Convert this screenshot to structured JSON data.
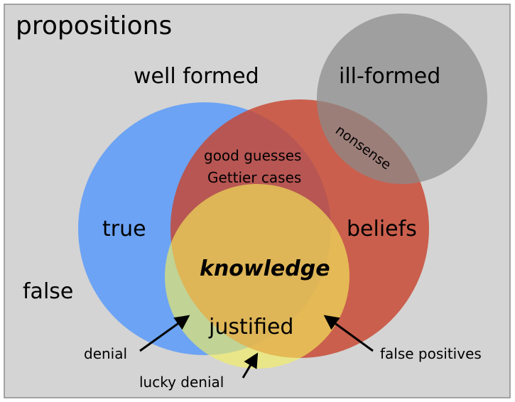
{
  "diagram": {
    "title": "propositions",
    "labels": {
      "well_formed": "well formed",
      "ill_formed": "ill-formed",
      "true": "true",
      "beliefs": "beliefs",
      "false": "false",
      "good_guesses": "good guesses",
      "gettier_cases": "Gettier cases",
      "knowledge": "knowledge",
      "justified": "justified",
      "nonsense": "nonsense",
      "denial": "denial",
      "lucky_denial": "lucky denial",
      "false_positives": "false positives"
    },
    "colors": {
      "background": "#d4d4d4",
      "border": "#8c8c8c",
      "true_set": "#6aa1f7",
      "beliefs_set": "#c64a3a",
      "ill_formed_set": "#8e8e8e",
      "justified_set": "#f3ee60",
      "arrows": "#000000"
    }
  }
}
